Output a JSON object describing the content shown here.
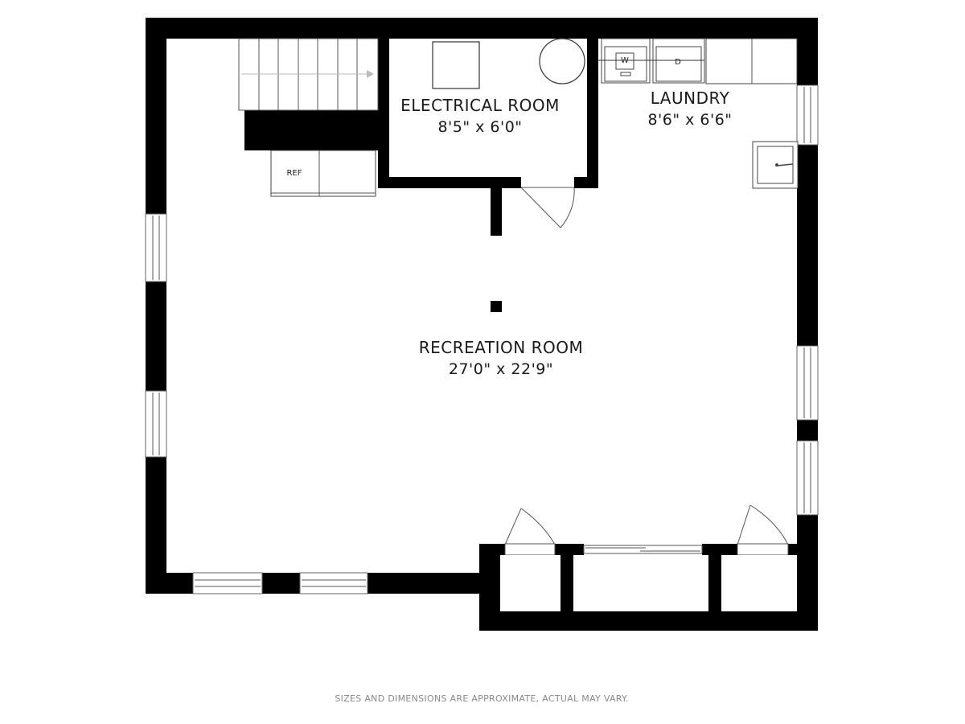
{
  "rooms": {
    "electrical": {
      "name": "ELECTRICAL ROOM",
      "dimensions": "8'5\" x 6'0\""
    },
    "laundry": {
      "name": "LAUNDRY",
      "dimensions": "8'6\" x 6'6\""
    },
    "recreation": {
      "name": "RECREATION ROOM",
      "dimensions": "27'0\" x 22'9\""
    }
  },
  "fixtures": {
    "refrigerator": "REF",
    "washer": "W",
    "dryer": "D"
  },
  "disclaimer": "SIZES AND DIMENSIONS ARE APPROXIMATE, ACTUAL MAY VARY.",
  "colors": {
    "wall": "#000000",
    "line": "#555555",
    "text": "#1a1a1a",
    "disclaimer": "#8a8a8a"
  }
}
